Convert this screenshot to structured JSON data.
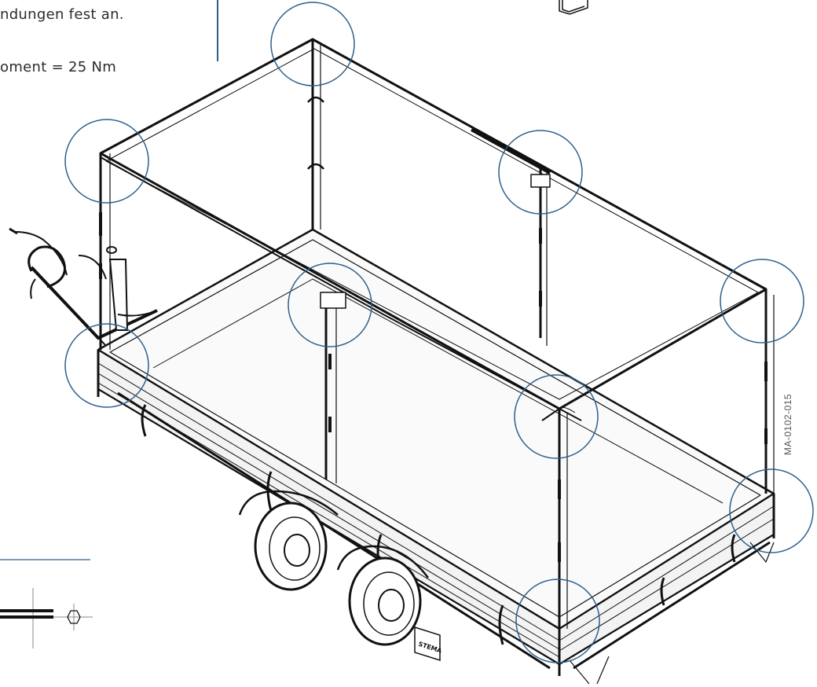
{
  "instructions": {
    "line1": "ndungen fest an.",
    "line2": "oment = 25 Nm"
  },
  "drawing_code": "MA-0102-015",
  "brand_plate": "STEMA",
  "colors": {
    "callout_circle": "#2d5f8c",
    "line_art": "#111111",
    "background": "#ffffff"
  }
}
